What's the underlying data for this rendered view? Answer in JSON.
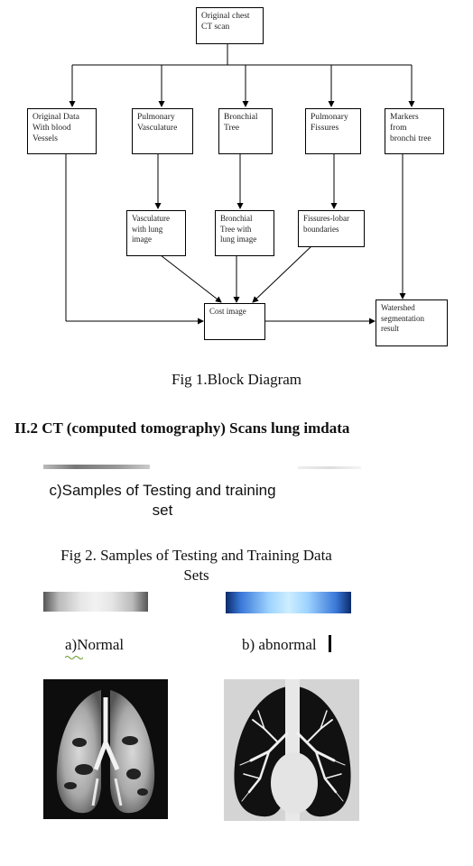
{
  "diagram": {
    "root": "Original chest\nCT scan",
    "branch_original_data": "Original    Data\nWith       blood\nVessels",
    "branch_pulmonary_vasculature": "Pulmonary\nVasculature",
    "branch_bronchial_tree": "Bronchial\nTree",
    "branch_pulmonary_fissures": "Pulmonary\nFissures",
    "branch_markers": "Markers\nfrom\nbronchi tree",
    "vasculature_with_lung": "Vasculature\nwith lung\nimage",
    "bronchial_tree_with_lung": "Bronchial\nTree     with\nlung image",
    "fissures_lobar": "Fissures-lobar\nboundaries",
    "cost_image": "Cost image",
    "watershed": "Watershed\nsegmentation\nresult"
  },
  "fig1_caption": "Fig 1.Block  Diagram",
  "section_heading": "II.2 CT (computed tomography) Scans lung imdata",
  "samples_caption": "c)Samples of Testing and training\nset",
  "fig2_caption": "Fig 2. Samples of Testing and Training Data\nSets",
  "label_normal": "a)Normal",
  "label_abnormal": "b) abnormal"
}
